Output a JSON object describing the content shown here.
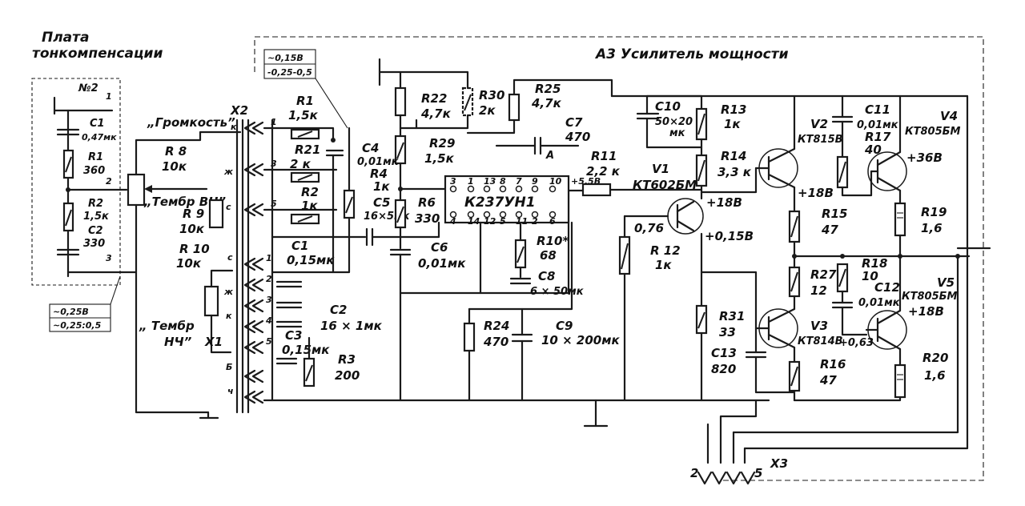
{
  "board_tone": {
    "title_line1": "Плата",
    "title_line2": "тонкомпенсации",
    "number": "№2",
    "c1_name": "C1",
    "c1_value": "0,47мк",
    "r1_name": "R1",
    "r1_value": "360",
    "r2_name": "R2",
    "r2_value": "1,5к",
    "c2_name": "C2",
    "c2_value": "330",
    "pin1": "1",
    "pin2": "2",
    "pin3": "3",
    "meter_line1": "~0,25В",
    "meter_line2": "~0,25:0,5"
  },
  "amp": {
    "title": "А3  Усилитель   мощности"
  },
  "volume": {
    "label": "„Громкость”",
    "r_name": "R 8",
    "r_value": "10к"
  },
  "treble": {
    "label": "„Тембр ВЧ”",
    "r_name": "R 9",
    "r_value": "10к"
  },
  "bass": {
    "label_line1": "„ Тембр",
    "label_line2": "НЧ”",
    "r_name": "R 10",
    "r_value": "10к"
  },
  "connectors": {
    "x1": "X1",
    "x2": "X2",
    "x3": "X3",
    "x3_pin_left": "2",
    "x3_pin_right": "5",
    "x2_pins": [
      "1",
      "3",
      "5"
    ],
    "x1_pins": [
      "1",
      "2",
      "3",
      "4",
      "5"
    ],
    "letters": [
      "к",
      "ж",
      "с",
      "с",
      "ж",
      "к",
      "Б",
      "ч"
    ]
  },
  "meter_top": {
    "line1": "~0,15В",
    "line2": "-0,25-0,5"
  },
  "components": {
    "r1": {
      "name": "R1",
      "value": "1,5к"
    },
    "r21": {
      "name": "R21",
      "value": "2 к"
    },
    "r2": {
      "name": "R2",
      "value": "1к"
    },
    "c1": {
      "name": "C1",
      "value": "0,15мк"
    },
    "c2": {
      "name": "C2",
      "value": "16 × 1мк"
    },
    "c3": {
      "name": "C3",
      "value": "0,15мк"
    },
    "r3": {
      "name": "R3",
      "value": "200"
    },
    "c4": {
      "name": "C4",
      "value": "0,01мк"
    },
    "r4": {
      "name": "R4",
      "value": "1к"
    },
    "c5": {
      "name": "C5",
      "value": "16×5мк"
    },
    "r6": {
      "name": "R6",
      "value": "330"
    },
    "c6": {
      "name": "C6",
      "value": "0,01мк"
    },
    "r22": {
      "name": "R22",
      "value": "4,7к"
    },
    "r29": {
      "name": "R29",
      "value": "1,5к"
    },
    "r30": {
      "name": "R30",
      "value": "2к"
    },
    "r25": {
      "name": "R25",
      "value": "4,7к"
    },
    "c7": {
      "name": "C7",
      "value": "470"
    },
    "point_a": "А",
    "r10": {
      "name": "R10*",
      "value": "68"
    },
    "c8": {
      "name": "C8",
      "value": "6 × 50мк"
    },
    "r24": {
      "name": "R24",
      "value": "470"
    },
    "c9": {
      "name": "C9",
      "value": "10 × 200мк"
    },
    "r11": {
      "name": "R11",
      "value": "2,2 к"
    },
    "v1": {
      "name": "V1",
      "type": "КТ602БМ"
    },
    "r12": {
      "name": "R 12",
      "value": "1к"
    },
    "volt_076": "0,76",
    "v_point_015": "+0,15В",
    "v_point_18": "+18В",
    "v_point_55": "+5,5В",
    "c10": {
      "name": "C10",
      "value": "50×20",
      "unit": "мк"
    },
    "r13": {
      "name": "R13",
      "value": "1к"
    },
    "r14": {
      "name": "R14",
      "value": "3,3 к"
    },
    "v2": {
      "name": "V2",
      "type": "КТ815В"
    },
    "c11": {
      "name": "C11",
      "value": "0,01мк"
    },
    "r17": {
      "name": "R17",
      "value": "40"
    },
    "v4": {
      "name": "V4",
      "type": "КТ805БМ",
      "voltage": "+36В"
    },
    "v2_volt": "+18В",
    "r15": {
      "name": "R15",
      "value": "47"
    },
    "r19": {
      "name": "R19",
      "value": "1,6"
    },
    "r27": {
      "name": "R27",
      "value": "12"
    },
    "r18": {
      "name": "R18",
      "value": "10"
    },
    "c12": {
      "name": "C12",
      "value": "0,01мк"
    },
    "v5": {
      "name": "V5",
      "type": "КТ805БМ",
      "voltage": "+18В"
    },
    "r31": {
      "name": "R31",
      "value": "33"
    },
    "c13": {
      "name": "C13",
      "value": "820"
    },
    "v3": {
      "name": "V3",
      "type": "КТ814В",
      "voltage": "+0,63"
    },
    "r16": {
      "name": "R16",
      "value": "47"
    },
    "r20": {
      "name": "R20",
      "value": "1,6"
    },
    "ic": {
      "name": "К237УН1",
      "pins_top": [
        "3",
        "1",
        "13",
        "8",
        "7",
        "9",
        "10"
      ],
      "pins_bottom": [
        "4",
        "14",
        "12",
        "5",
        "11",
        "2",
        "6"
      ]
    }
  }
}
